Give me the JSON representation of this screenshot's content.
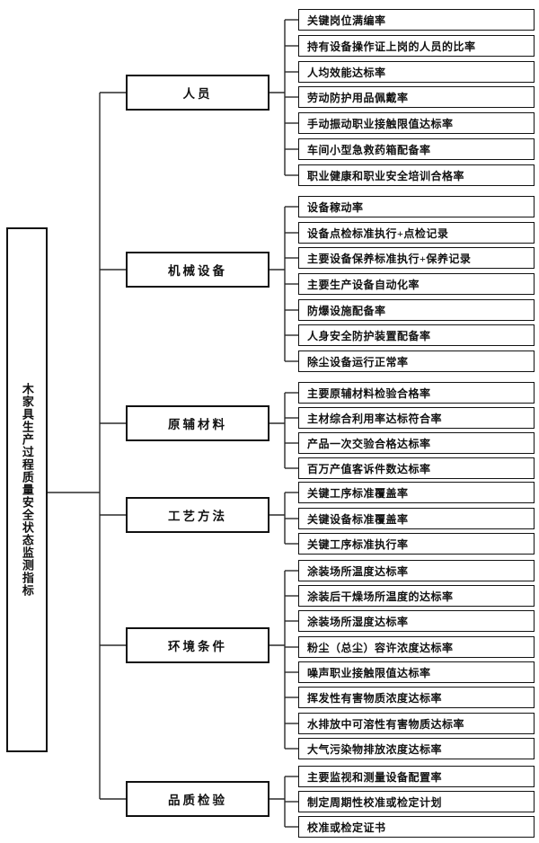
{
  "diagram": {
    "root": {
      "label": "木家具生产过程质量安全状态监测指标"
    },
    "groups": [
      {
        "category": "人员",
        "leaves": [
          "关键岗位满编率",
          "持有设备操作证上岗的人员的比率",
          "人均效能达标率",
          "劳动防护用品佩戴率",
          "手动振动职业接触限值达标率",
          "车间小型急救药箱配备率",
          "职业健康和职业安全培训合格率"
        ]
      },
      {
        "category": "机械设备",
        "leaves": [
          "设备稼动率",
          "设备点检标准执行+点检记录",
          "主要设备保养标准执行+保养记录",
          "主要生产设备自动化率",
          "防爆设施配备率",
          "人身安全防护装置配备率",
          "除尘设备运行正常率"
        ]
      },
      {
        "category": "原辅材料",
        "leaves": [
          "主要原辅材料检验合格率",
          "主材综合利用率达标符合率",
          "产品一次交验合格达标率",
          "百万产值客诉件数达标率"
        ]
      },
      {
        "category": "工艺方法",
        "leaves": [
          "关键工序标准覆盖率",
          "关键设备标准覆盖率",
          "关键工序标准执行率"
        ]
      },
      {
        "category": "环境条件",
        "leaves": [
          "涂装场所温度达标率",
          "涂装后干燥场所温度的达标率",
          "涂装场所湿度达标率",
          "粉尘（总尘）容许浓度达标率",
          "噪声职业接触限值达标率",
          "挥发性有害物质浓度达标率",
          "水排放中可溶性有害物质达标率",
          "大气污染物排放浓度达标率"
        ]
      },
      {
        "category": "品质检验",
        "leaves": [
          "主要监视和测量设备配置率",
          "制定周期性校准或检定计划",
          "校准或检定证书"
        ]
      }
    ],
    "colors": {
      "line": "#2a2a2a",
      "border": "#111111",
      "text": "#111111",
      "background": "#ffffff"
    }
  }
}
